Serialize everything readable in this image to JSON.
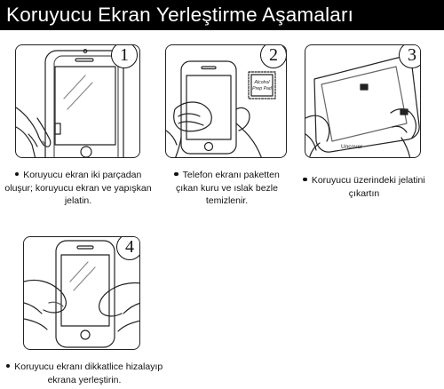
{
  "header": {
    "title": "Koruyucu Ekran Yerleştirme Aşamaları"
  },
  "steps": [
    {
      "number": "1",
      "caption_line1": "Koruyucu ekran iki parçadan",
      "caption_line2": "oluşur; koruyucu ekran ve yapışkan",
      "caption_line3": "jelatin."
    },
    {
      "number": "2",
      "wipe_label_line1": "Alcohol",
      "wipe_label_line2": "Prep Pad",
      "caption_line1": "Telefon ekranı paketten",
      "caption_line2": "çıkan kuru ve ıslak bezle",
      "caption_line3": "temizlenir."
    },
    {
      "number": "3",
      "uncover_label": "Uncover",
      "caption_line1": "Koruyucu üzerindeki jelatini",
      "caption_line2": "çıkartın"
    },
    {
      "number": "4",
      "caption_line1": "Koruyucu ekranı dikkatlice hizalayıp",
      "caption_line2": "ekrana yerleştirin."
    }
  ]
}
